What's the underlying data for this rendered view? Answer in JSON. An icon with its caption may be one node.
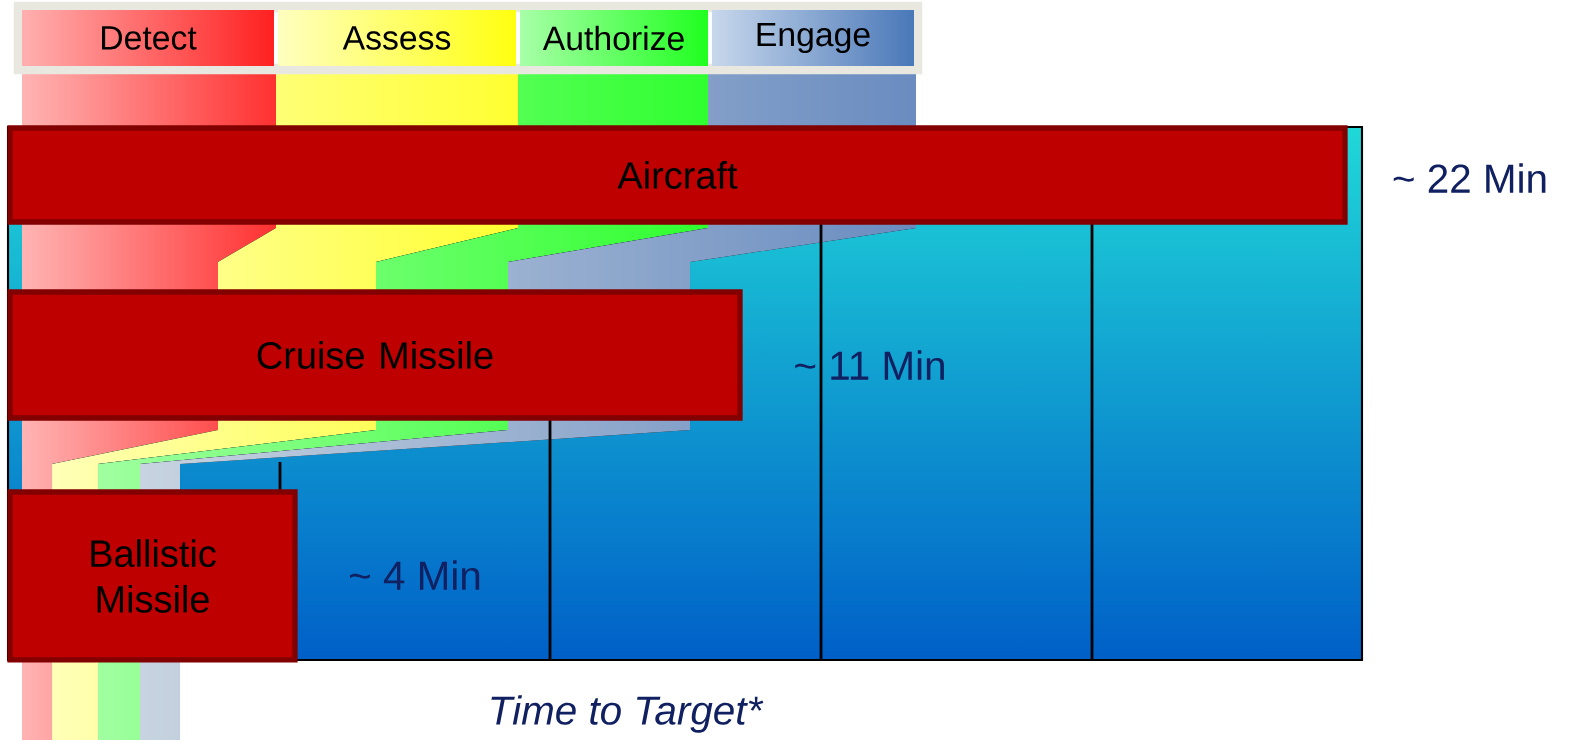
{
  "diagram": {
    "caption": "Time to Target*",
    "nodes": [
      {
        "text": [
          "Detect"
        ]
      },
      {
        "text": [
          "Assess"
        ]
      },
      {
        "text": [
          "Authorize"
        ]
      },
      {
        "text": [
          "Engage"
        ]
      },
      {
        "text": [
          "Aircraft"
        ],
        "beside": [
          "~ 22 Min"
        ]
      },
      {
        "text": [
          "Cruise Missile"
        ],
        "beside": [
          "~ 11 Min"
        ]
      },
      {
        "text": [
          "Ballistic Missile"
        ],
        "beside": [
          "~ 4 Min"
        ]
      }
    ]
  }
}
